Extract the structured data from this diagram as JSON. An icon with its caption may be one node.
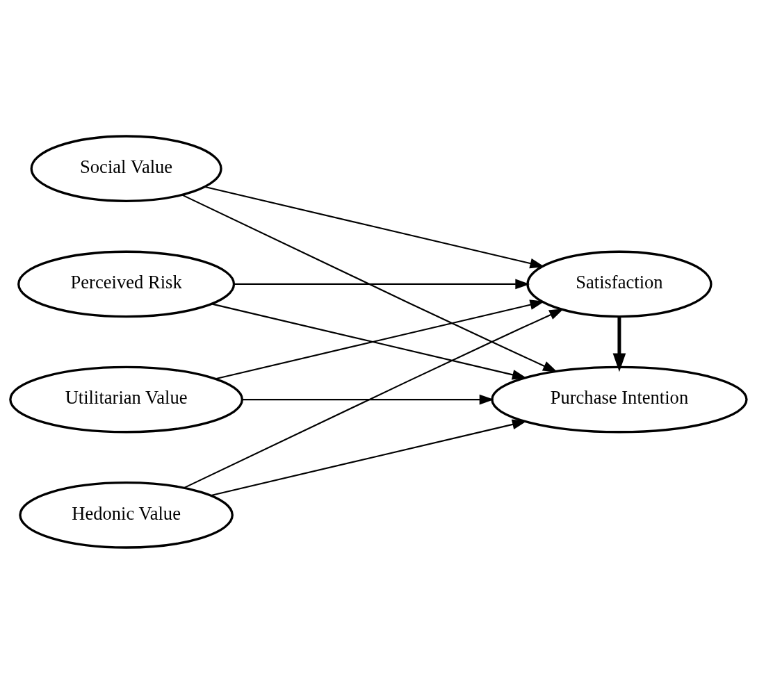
{
  "diagram": {
    "nodes": [
      {
        "text": [
          "Utilitarian Value"
        ]
      },
      {
        "text": [
          "Hedonic Value"
        ]
      },
      {
        "text": [
          "Social Value"
        ]
      },
      {
        "text": [
          "Perceived Risk"
        ]
      },
      {
        "text": [
          "Satisfaction"
        ]
      },
      {
        "text": [
          "Purchase Intention"
        ]
      }
    ],
    "edges": [
      {
        "from": 0,
        "to": 4,
        "arrow": "to"
      },
      {
        "from": 0,
        "to": 5,
        "arrow": "to"
      },
      {
        "from": 1,
        "to": 4,
        "arrow": "to"
      },
      {
        "from": 1,
        "to": 5,
        "arrow": "to"
      },
      {
        "from": 2,
        "to": 4,
        "arrow": "to"
      },
      {
        "from": 2,
        "to": 5,
        "arrow": "to"
      },
      {
        "from": 3,
        "to": 4,
        "arrow": "to"
      },
      {
        "from": 3,
        "to": 5,
        "arrow": "to"
      },
      {
        "from": 4,
        "to": 5,
        "arrow": "to",
        "style": "thick"
      }
    ]
  }
}
